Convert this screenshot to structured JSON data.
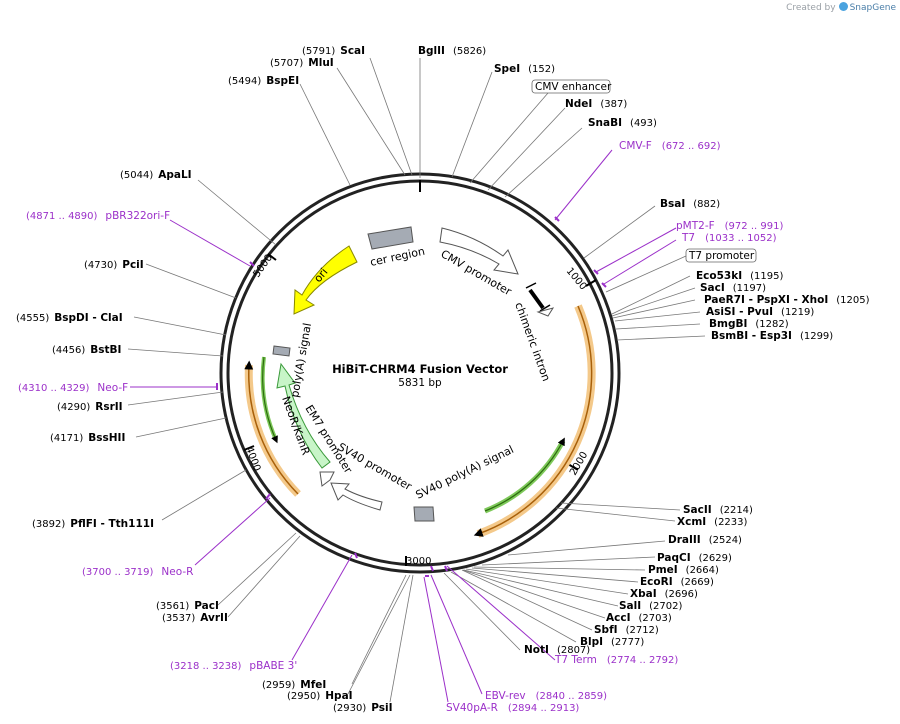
{
  "credit": {
    "prefix": "Created by",
    "brand": "SnapGene"
  },
  "plasmid": {
    "name": "HiBiT-CHRM4 Fusion Vector",
    "size_label": "5831 bp"
  },
  "ticks": [
    "1000",
    "2000",
    "3000",
    "4000",
    "5000"
  ],
  "feature_labels": {
    "cer": "cer region",
    "cmv": "CMV promoter",
    "intron": "chimeric intron",
    "sv40pa": "SV40 poly(A) signal",
    "sv40p": "SV40 promoter",
    "em7": "EM7 promoter",
    "neo": "NeoR/KanR",
    "hsvpa": "poly(A) signal",
    "ori": "ori"
  },
  "boxed_labels": {
    "cmv_enhancer": "CMV enhancer",
    "t7_promoter": "T7 promoter"
  },
  "sites": [
    {
      "id": "scai",
      "name": "ScaI",
      "pos": "(5791)"
    },
    {
      "id": "mlui",
      "name": "MluI",
      "pos": "(5707)"
    },
    {
      "id": "bspei",
      "name": "BspEI",
      "pos": "(5494)"
    },
    {
      "id": "bglii",
      "name": "BglII",
      "pos": "(5826)"
    },
    {
      "id": "spei",
      "name": "SpeI",
      "pos": "(152)"
    },
    {
      "id": "ndei",
      "name": "NdeI",
      "pos": "(387)"
    },
    {
      "id": "snabi",
      "name": "SnaBI",
      "pos": "(493)"
    },
    {
      "id": "apali",
      "name": "ApaLI",
      "pos": "(5044)"
    },
    {
      "id": "bsai",
      "name": "BsaI",
      "pos": "(882)"
    },
    {
      "id": "pcii",
      "name": "PciI",
      "pos": "(4730)"
    },
    {
      "id": "eco53ki",
      "name": "Eco53kI",
      "pos": "(1195)"
    },
    {
      "id": "saci",
      "name": "SacI",
      "pos": "(1197)"
    },
    {
      "id": "paer7i",
      "name": "PaeR7I - PspXI - XhoI",
      "pos": "(1205)"
    },
    {
      "id": "asisi",
      "name": "AsiSI - PvuI",
      "pos": "(1219)"
    },
    {
      "id": "bmgbi",
      "name": "BmgBI",
      "pos": "(1282)"
    },
    {
      "id": "bsmbi",
      "name": "BsmBI - Esp3I",
      "pos": "(1299)"
    },
    {
      "id": "bspdi",
      "name": "BspDI - ClaI",
      "pos": "(4555)"
    },
    {
      "id": "bstbi",
      "name": "BstBI",
      "pos": "(4456)"
    },
    {
      "id": "rsrii",
      "name": "RsrII",
      "pos": "(4290)"
    },
    {
      "id": "bsshii",
      "name": "BssHII",
      "pos": "(4171)"
    },
    {
      "id": "pflfi",
      "name": "PflFI - Tth111I",
      "pos": "(3892)"
    },
    {
      "id": "sacii",
      "name": "SacII",
      "pos": "(2214)"
    },
    {
      "id": "xcmi",
      "name": "XcmI",
      "pos": "(2233)"
    },
    {
      "id": "draiii",
      "name": "DraIII",
      "pos": "(2524)"
    },
    {
      "id": "paqci",
      "name": "PaqCI",
      "pos": "(2629)"
    },
    {
      "id": "pmei",
      "name": "PmeI",
      "pos": "(2664)"
    },
    {
      "id": "ecori",
      "name": "EcoRI",
      "pos": "(2669)"
    },
    {
      "id": "xbai",
      "name": "XbaI",
      "pos": "(2696)"
    },
    {
      "id": "sali",
      "name": "SalI",
      "pos": "(2702)"
    },
    {
      "id": "acci",
      "name": "AccI",
      "pos": "(2703)"
    },
    {
      "id": "sbfi",
      "name": "SbfI",
      "pos": "(2712)"
    },
    {
      "id": "blpi",
      "name": "BlpI",
      "pos": "(2777)"
    },
    {
      "id": "noti",
      "name": "NotI",
      "pos": "(2807)"
    },
    {
      "id": "paci",
      "name": "PacI",
      "pos": "(3561)"
    },
    {
      "id": "avrii",
      "name": "AvrII",
      "pos": "(3537)"
    },
    {
      "id": "mfei",
      "name": "MfeI",
      "pos": "(2959)"
    },
    {
      "id": "hpai",
      "name": "HpaI",
      "pos": "(2950)"
    },
    {
      "id": "psii",
      "name": "PsiI",
      "pos": "(2930)"
    }
  ],
  "primers": [
    {
      "id": "cmvf",
      "name": "CMV-F",
      "range": "(672 .. 692)"
    },
    {
      "id": "pmt2f",
      "name": "pMT2-F",
      "range": "(972 .. 991)"
    },
    {
      "id": "t7",
      "name": "T7",
      "range": "(1033 .. 1052)"
    },
    {
      "id": "pbr322",
      "name": "pBR322ori-F",
      "range": "(4871 .. 4890)"
    },
    {
      "id": "neof",
      "name": "Neo-F",
      "range": "(4310 .. 4329)"
    },
    {
      "id": "neor",
      "name": "Neo-R",
      "range": "(3700 .. 3719)"
    },
    {
      "id": "pbabe3",
      "name": "pBABE 3'",
      "range": "(3218 .. 3238)"
    },
    {
      "id": "t7term",
      "name": "T7 Term",
      "range": "(2774 .. 2792)"
    },
    {
      "id": "ebvrev",
      "name": "EBV-rev",
      "range": "(2840 .. 2859)"
    },
    {
      "id": "sv40par",
      "name": "SV40pA-R",
      "range": "(2894 .. 2913)"
    }
  ]
}
